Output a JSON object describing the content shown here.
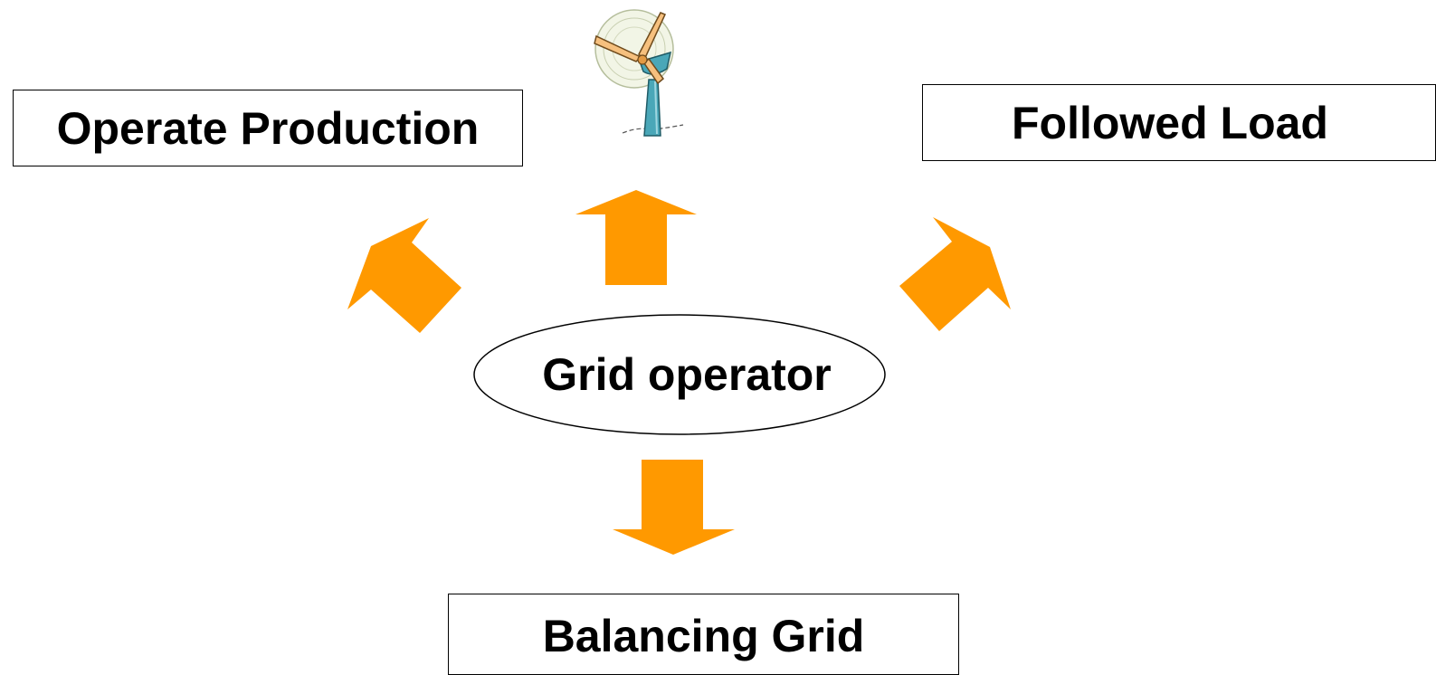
{
  "diagram": {
    "center": {
      "label": "Grid operator"
    },
    "nodes": {
      "operate_production": "Operate Production",
      "followed_load": "Followed Load",
      "balancing_grid": "Balancing Grid"
    },
    "colors": {
      "arrow": "#FF9900",
      "border": "#000000",
      "text": "#000000",
      "background": "#FFFFFF"
    },
    "icons": [
      "wind-turbine-icon"
    ]
  }
}
